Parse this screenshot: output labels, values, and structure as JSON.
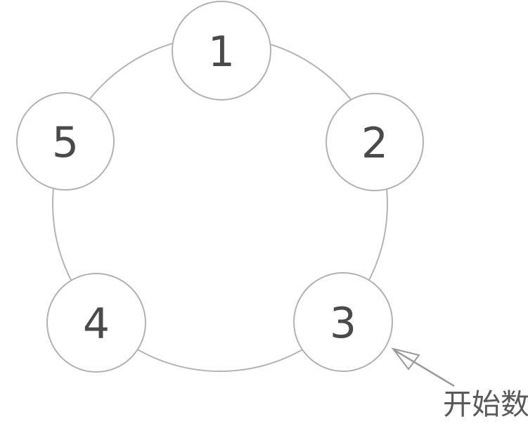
{
  "diagram": {
    "type": "circular-counting-diagram",
    "nodes": [
      {
        "label": "1"
      },
      {
        "label": "2"
      },
      {
        "label": "3"
      },
      {
        "label": "4"
      },
      {
        "label": "5"
      }
    ],
    "annotation": {
      "label": "开始数",
      "points_to_node": "3"
    }
  },
  "colors": {
    "background": "#ffffff",
    "circle_stroke": "#b2b2b2",
    "number_text": "#4a4a4a",
    "arrow": "#9a9a9a",
    "annotation_text": "#595959"
  }
}
